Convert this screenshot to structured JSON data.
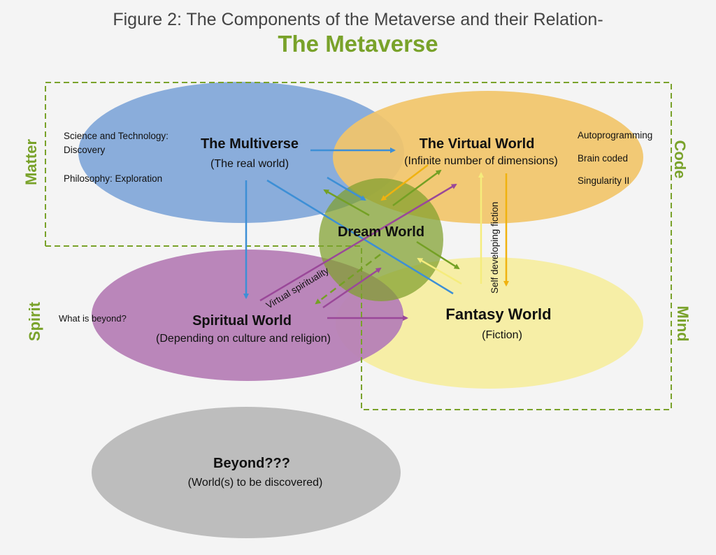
{
  "header": {
    "title": "Figure 2: The Components of the Metaverse and their Relation-",
    "subtitle": "The Metaverse"
  },
  "colors": {
    "accent_green": "#79a22a",
    "multiverse": "#8aaddb",
    "virtual": "#f1c56b",
    "dream": "#97b050",
    "spiritual": "#b67fb6",
    "fantasy": "#f6eea6",
    "beyond": "#bdbdbd",
    "arrow_blue": "#3d8fd6",
    "arrow_orange": "#f0b20f",
    "arrow_green": "#74a024",
    "arrow_purple": "#9a4899",
    "arrow_yellow": "#f5ec7c"
  },
  "dimensions": {
    "matter": "Matter",
    "code": "Code",
    "spirit": "Spirit",
    "mind": "Mind"
  },
  "worlds": {
    "multiverse": {
      "title": "The Multiverse",
      "subtitle": "(The real world)"
    },
    "virtual": {
      "title": "The Virtual World",
      "subtitle": "(Infinite number of dimensions)"
    },
    "dream": {
      "title": "Dream World"
    },
    "spiritual": {
      "title": "Spiritual World",
      "subtitle": "(Depending on culture and religion)"
    },
    "fantasy": {
      "title": "Fantasy World",
      "subtitle": "(Fiction)"
    },
    "beyond": {
      "title": "Beyond???",
      "subtitle": "(World(s) to be discovered)"
    }
  },
  "notes": {
    "science_line1": "Science and Technology:",
    "science_line2": "Discovery",
    "philosophy": "Philosophy: Exploration",
    "autoprogramming": "Autoprogramming",
    "brain_coded": "Brain coded",
    "singularity": "Singularity II",
    "what_is_beyond": "What is beyond?"
  },
  "arrow_labels": {
    "virtual_spirituality": "Virtual spirituality",
    "self_developing_fiction": "Self developing fiction"
  }
}
